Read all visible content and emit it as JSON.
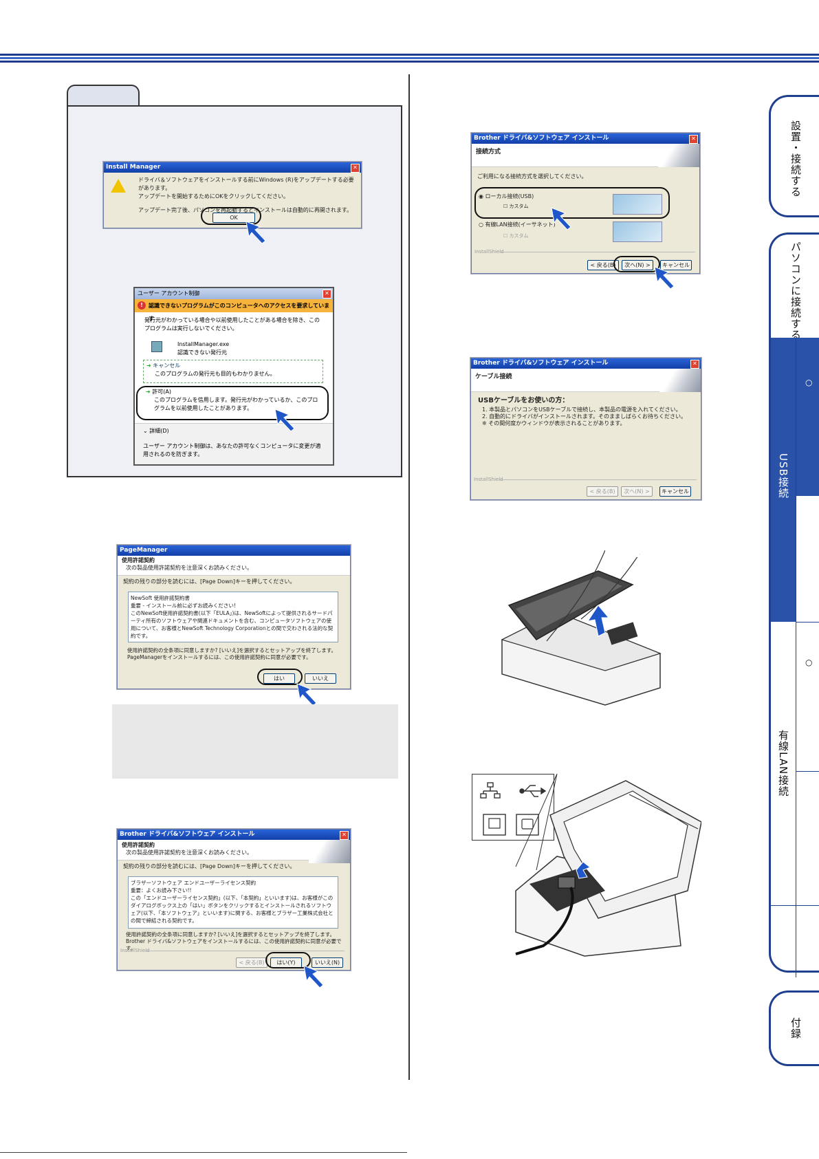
{
  "side_tabs": {
    "setup": "設置・接続する",
    "pc_connect": "パソコンに接続する",
    "usb": "USB接続",
    "circle1": "○",
    "circle2": "○",
    "lan": "有線LAN接続",
    "appendix": "付録"
  },
  "install_manager": {
    "title": "Install Manager",
    "line1": "ドライバ＆ソフトウェアをインストールする前にWindows (R)をアップデートする必要があります。",
    "line2": "アップデートを開始するためにOKをクリックしてください。",
    "line3": "アップデート完了後、パソコンを再起動するとインストールは自動的に再開されます。",
    "ok": "OK"
  },
  "uac": {
    "title": "ユーザー アカウント制御",
    "warning": "認識できないプログラムがこのコンピュータへのアクセスを要求しています",
    "desc": "発行元がわかっている場合や以前使用したことがある場合を除き、このプログラムは実行しないでください。",
    "program": "InstallManager.exe",
    "publisher": "認識できない発行元",
    "cancel_title": "キャンセル",
    "cancel_desc": "このプログラムの発行元も目的もわかりません。",
    "allow_title": "許可(A)",
    "allow_desc": "このプログラムを信用します。発行元がわかっているか、このプログラムを以前使用したことがあります。",
    "details": "詳細(D)",
    "footer": "ユーザー アカウント制御は、あなたの許可なくコンピュータに変更が適用されるのを防ぎます。"
  },
  "pm_license": {
    "title": "PageManager",
    "header": "使用許諾契約",
    "sub": "次の製品使用許諾契約を注意深くお読みください。",
    "hint": "契約の残りの部分を読むには、[Page Down]キーを押してください。",
    "box_title": "NewSoft 使用許諾契約書",
    "box_important": "重要 - インストール前に必ずお読みください!",
    "box_body": "このNewSoft使用許諾契約書(以下「EULA」)は、NewSoftによって提供されるサードパーティ所有のソフトウェアや関連ドキュメントを含む、コンピュータソフトウェアの使用について、お客様とNewSoft Technology Corporationとの間で交わされる法的な契約です。",
    "question": "使用許諾契約の全条項に同意しますか? [いいえ]を選択するとセットアップを終了します。PageManagerをインストールするには、この使用許諾契約に同意が必要です。",
    "yes": "はい",
    "no": "いいえ"
  },
  "br_license": {
    "title": "Brother ドライバ&ソフトウェア インストール",
    "header": "使用許諾契約",
    "sub": "次の製品使用許諾契約を注意深くお読みください。",
    "hint": "契約の残りの部分を読むには、[Page Down]キーを押してください。",
    "box_title": "ブラザーソフトウェア エンドユーザーライセンス契約",
    "box_important": "重要：よくお読み下さい!!",
    "box_body": "この「エンドユーザーライセンス契約」(以下、「本契約」といいます)は、お客様がこのダイアログボックス上の「はい」ボタンをクリックするとインストールされるソフトウェア(以下、「本ソフトウェア」といいます)に関する、お客様とブラザー工業株式会社との間で締結される契約です。",
    "question": "使用許諾契約の全条項に同意しますか? [いいえ]を選択するとセットアップを終了します。Brother ドライバ&ソフトウェアをインストールするには、この使用許諾契約に同意が必要です。",
    "installshield": "InstallShield",
    "back": "< 戻る(B)",
    "yes": "はい(Y)",
    "no": "いいえ(N)"
  },
  "conn_type": {
    "title": "Brother ドライバ&ソフトウェア インストール",
    "header": "接続方式",
    "sub": "ご利用になる接続方式を選択してください。",
    "opt1": "ローカル接続(USB)",
    "opt1_check": "カスタム",
    "opt2": "有線LAN接続(イーサネット)",
    "opt2_check": "カスタム",
    "installshield": "InstallShield",
    "back": "< 戻る(B)",
    "next": "次へ(N) >",
    "cancel": "キャンセル"
  },
  "cable": {
    "title": "Brother ドライバ&ソフトウェア インストール",
    "header": "ケーブル接続",
    "heading": "USBケーブルをお使いの方：",
    "l1": "1. 本製品とパソコンをUSBケーブルで接続し、本製品の電源を入れてください。",
    "l2": "2. 自動的にドライバがインストールされます。そのまましばらくお待ちください。",
    "l3": "※ その間何度かウィンドウが表示されることがあります。",
    "installshield": "InstallShield",
    "back": "< 戻る(B)",
    "next": "次へ(N) >",
    "cancel": "キャンセル"
  }
}
